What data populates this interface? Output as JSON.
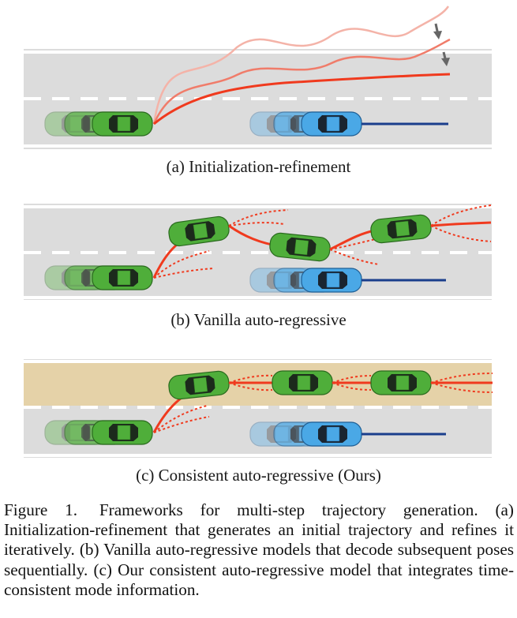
{
  "panels": [
    {
      "id": "a",
      "caption": "(a) Initialization-refinement",
      "lane_highlight": false
    },
    {
      "id": "b",
      "caption": "(b) Vanilla auto-regressive",
      "lane_highlight": false
    },
    {
      "id": "c",
      "caption": "(c) Consistent auto-regressive (Ours)",
      "lane_highlight": true
    }
  ],
  "figure_caption": {
    "label": "Figure 1.",
    "text": "Frameworks for multi-step trajectory generation. (a) Initialization-refinement that generates an initial trajectory and refines it iteratively. (b) Vanilla auto-regressive models that decode subsequent poses sequentially. (c) Our consistent auto-regressive model that integrates time-consistent mode information."
  },
  "colors": {
    "road": "#dcdcdc",
    "lane_edge": "#ffffff",
    "ego_car": "#4fae3a",
    "other_car": "#4aa8e6",
    "trajectory": "#f03a1e",
    "other_path": "#1a3e8c",
    "highlight_lane": "#e5d2a8"
  }
}
